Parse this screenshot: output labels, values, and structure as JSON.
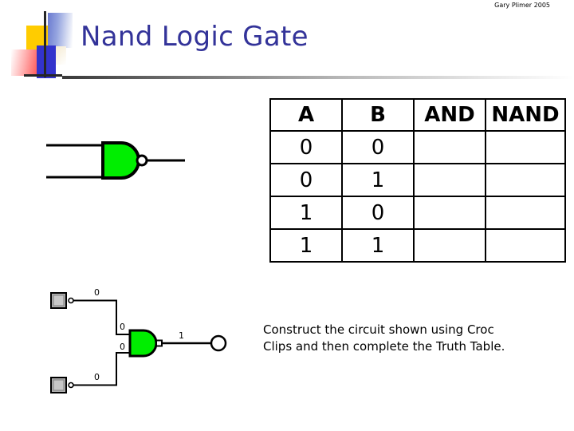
{
  "slide": {
    "credit": "Gary Plimer 2005",
    "title": "Nand Logic Gate"
  },
  "truth_table": {
    "headers": [
      "A",
      "B",
      "AND",
      "NAND"
    ],
    "rows": [
      [
        "0",
        "0",
        "",
        ""
      ],
      [
        "0",
        "1",
        "",
        ""
      ],
      [
        "1",
        "0",
        "",
        ""
      ],
      [
        "1",
        "1",
        "",
        ""
      ]
    ]
  },
  "gate_symbol": {
    "name": "nand-gate",
    "body_color": "#00EE00",
    "outline_color": "#000000"
  },
  "circuit": {
    "switch_top_label": "0",
    "switch_bottom_label": "0",
    "gate_input_top_label": "0",
    "gate_input_bottom_label": "0",
    "output_label": "1",
    "gate_color": "#00EE00",
    "switch_color": "#B0B0B0",
    "wire_color": "#000000"
  },
  "instruction": {
    "text": "Construct the circuit shown using Croc Clips and then complete the Truth Table."
  },
  "theme": {
    "title_color": "#333399",
    "yellow": "#FFCC00",
    "blue": "#3333CC",
    "red": "#FF4D4D"
  }
}
